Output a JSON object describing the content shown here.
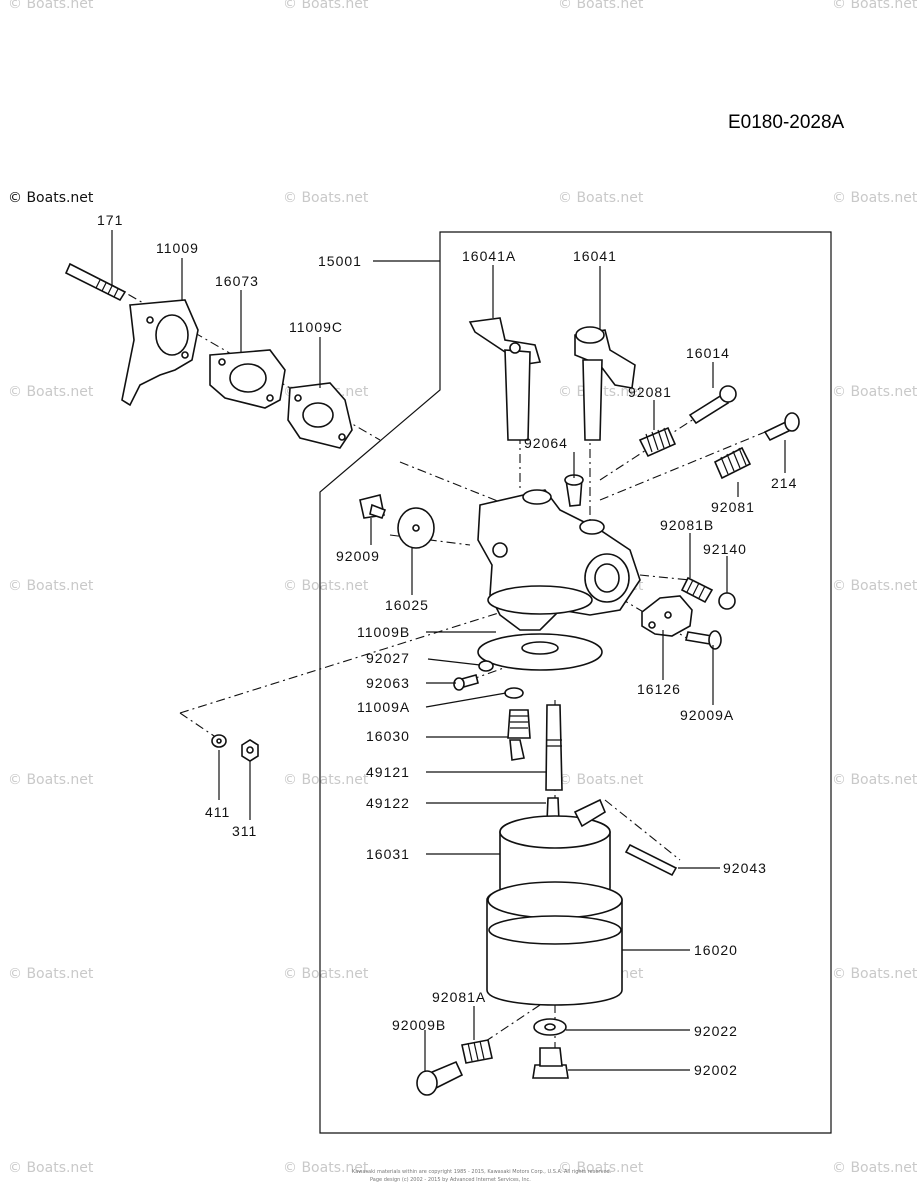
{
  "diagram_code": "E0180-2028A",
  "source_label": "© Boats.net",
  "watermark_text": "© Boats.net",
  "footer_lines": [
    "Kawasaki materials within are copyright 1985 - 2015, Kawasaki Motors Corp., U.S.A. All rights reserved.",
    "Page design (c) 2002 - 2015 by Advanced Internet Services, Inc."
  ],
  "parts": {
    "p171": "171",
    "p11009": "11009",
    "p16073": "16073",
    "p11009C": "11009C",
    "p15001": "15001",
    "p16041A": "16041A",
    "p16041": "16041",
    "p16014": "16014",
    "p92081_top": "92081",
    "p92064": "92064",
    "p214": "214",
    "p92081_mid": "92081",
    "p92081B": "92081B",
    "p92140": "92140",
    "p92009": "92009",
    "p16025": "16025",
    "p11009B": "11009B",
    "p92027": "92027",
    "p92063": "92063",
    "p11009A": "11009A",
    "p16126": "16126",
    "p92009A": "92009A",
    "p16030": "16030",
    "p49121": "49121",
    "p49122": "49122",
    "p411": "411",
    "p311": "311",
    "p16031": "16031",
    "p92043": "92043",
    "p16020": "16020",
    "p92081A": "92081A",
    "p92009B": "92009B",
    "p92022": "92022",
    "p92002": "92002"
  }
}
